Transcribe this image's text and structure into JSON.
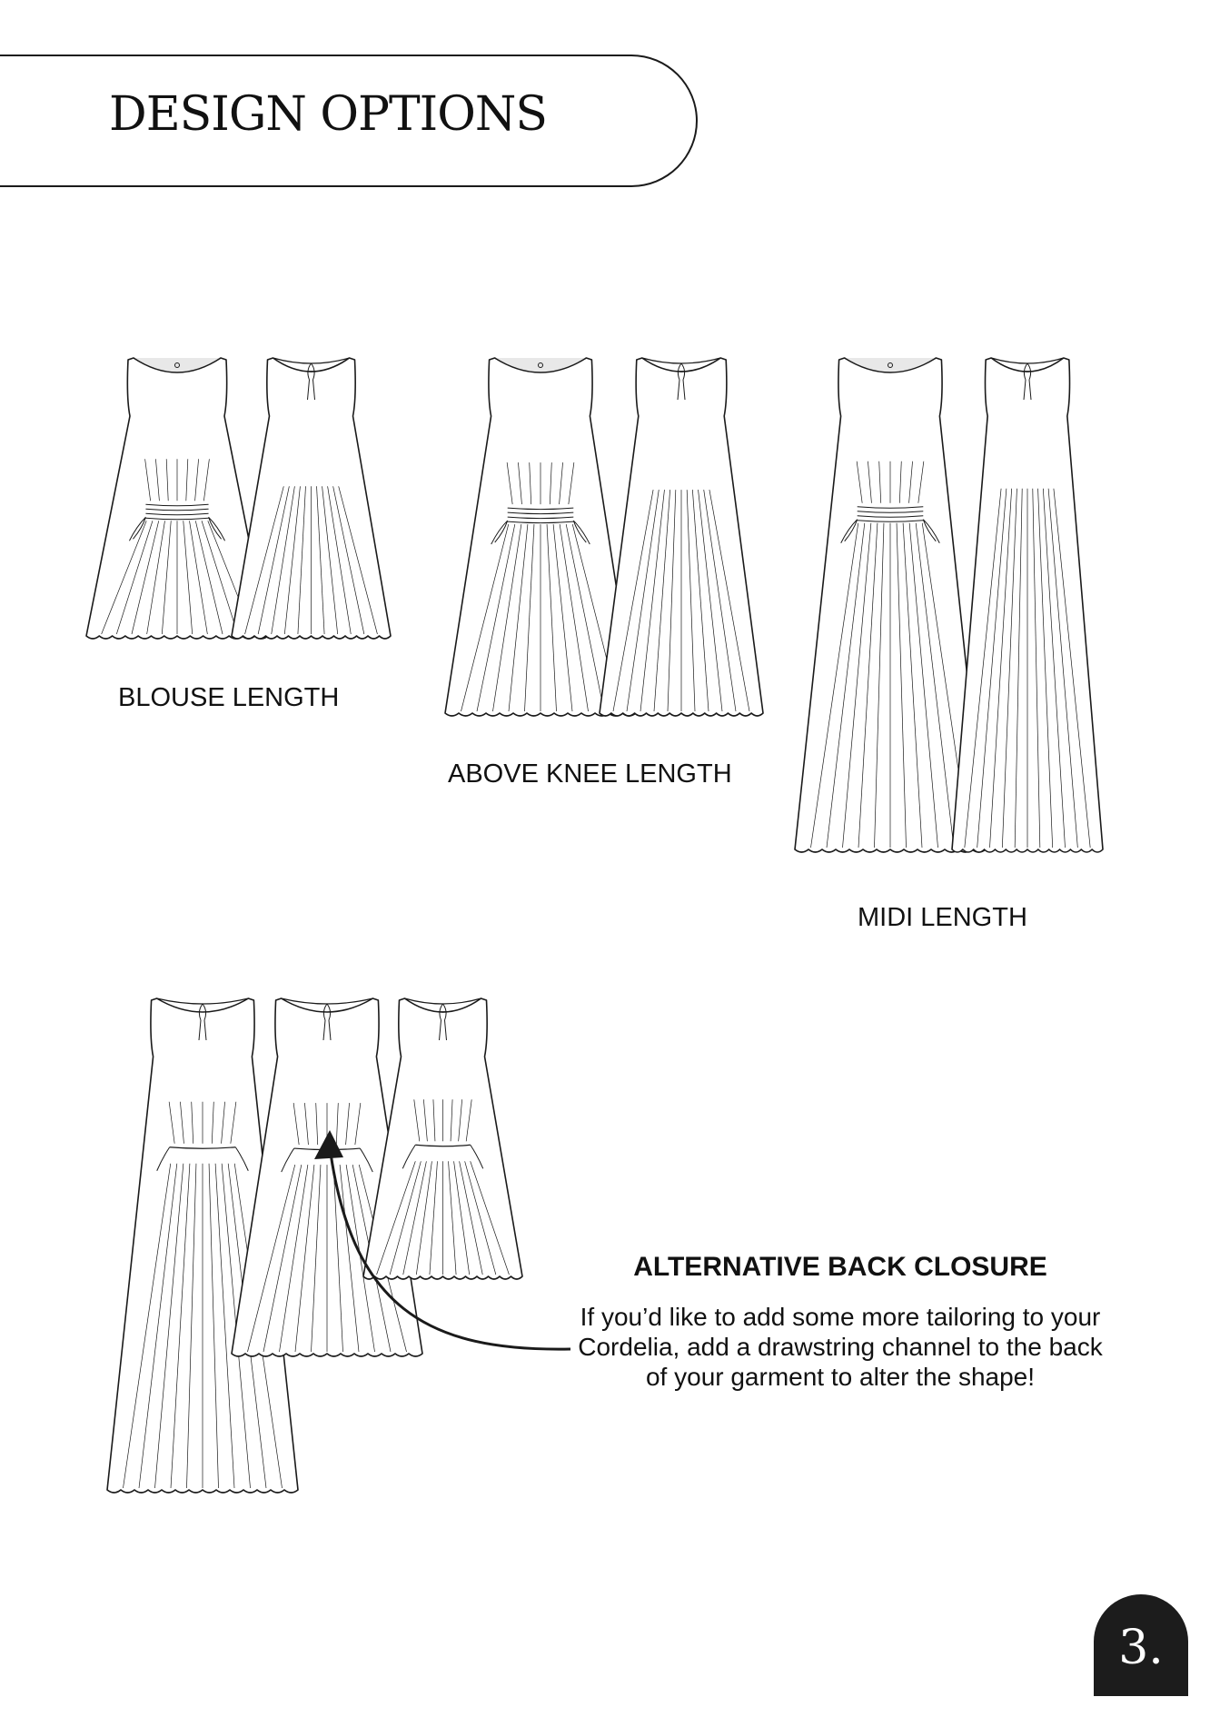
{
  "page": {
    "title": "DESIGN OPTIONS",
    "page_number": "3."
  },
  "options": [
    {
      "id": "blouse",
      "label": "BLOUSE LENGTH"
    },
    {
      "id": "knee",
      "label": "ABOVE KNEE LENGTH"
    },
    {
      "id": "midi",
      "label": "MIDI LENGTH"
    }
  ],
  "alternative": {
    "heading": "ALTERNATIVE BACK CLOSURE",
    "body": "If you’d like to add some more tailoring to your Cordelia, add a drawstring channel to the back of your garment to alter the shape!"
  },
  "colors": {
    "ink": "#1a1a1a",
    "badge": "#1c1c1c",
    "background": "#ffffff"
  }
}
